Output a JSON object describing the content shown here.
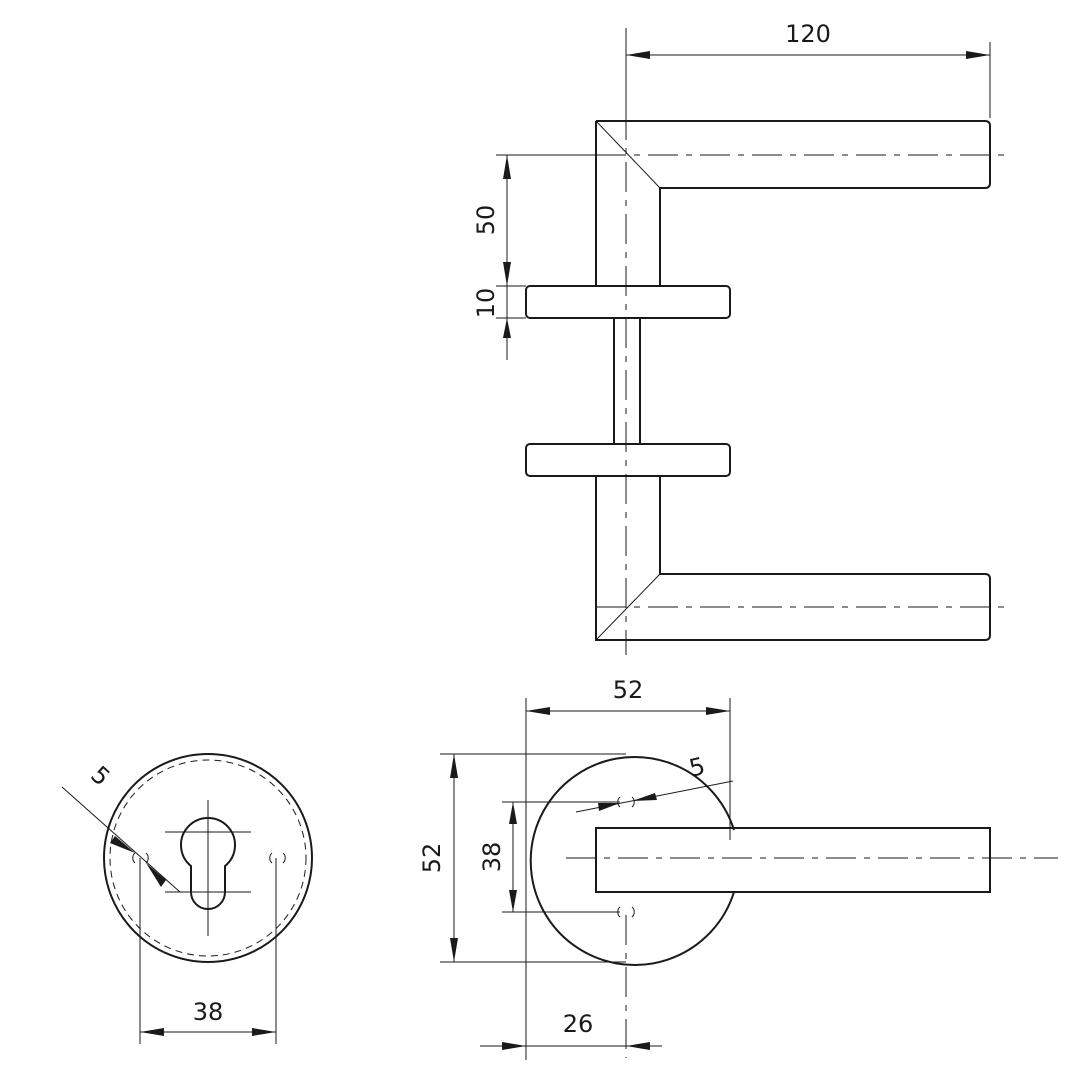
{
  "drawing": {
    "top_view": {
      "lever_length": "120",
      "lever_axis_offset": "50",
      "rose_thickness": "10"
    },
    "side_view": {
      "rose_diameter_h": "52",
      "rose_diameter_v": "52",
      "screw_spacing": "38",
      "screw_diameter": "5",
      "spindle_offset": "26"
    },
    "escutcheon": {
      "screw_diameter": "5",
      "screw_spacing": "38"
    }
  }
}
